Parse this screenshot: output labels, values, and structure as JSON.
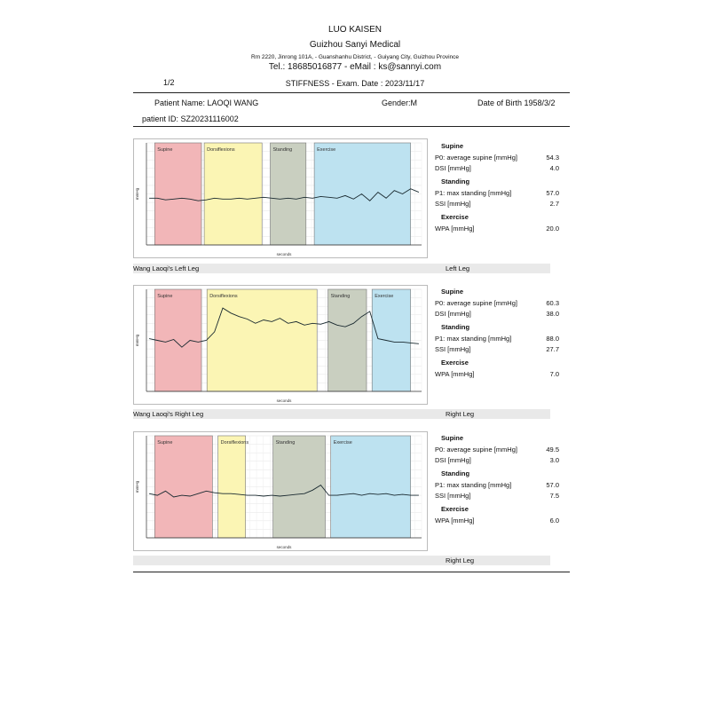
{
  "header": {
    "doctor": "LUO KAISEN",
    "company": "Guizhou Sanyi Medical",
    "address": "Rm 2220, Jinrong 101A, -  Guanshanhu District, -  Guiyang City, Guizhou Province",
    "contact": "Tel.:  18685016877 - eMail : ks@sannyi.com",
    "page": "1/2",
    "exam": "STIFFNESS -  Exam. Date :   2023/11/17"
  },
  "patient": {
    "name": "Patient Name: LAOQI WANG",
    "gender": "Gender:M",
    "dob": "Date of Birth 1958/3/2",
    "id": "patient ID:  SZ20231116002"
  },
  "labels": {
    "supine": "Supine",
    "standing": "Standing",
    "exercise": "Exercise"
  },
  "panels": [
    {
      "p0_label": "P0: average supine [mmHg]",
      "p0": "54.3",
      "dsi_label": "DSI [mmHg]",
      "dsi": "4.0",
      "p1_label": "P1: max standing [mmHg]",
      "p1": "57.0",
      "ssi_label": "SSI [mmHg]",
      "ssi": "2.7",
      "wpa_label": "WPA [mmHg]",
      "wpa": "20.0"
    },
    {
      "p0_label": "P0: average supine [mmHg]",
      "p0": "60.3",
      "dsi_label": "DSI [mmHg]",
      "dsi": "38.0",
      "p1_label": "P1: max standing [mmHg]",
      "p1": "88.0",
      "ssi_label": "SSI [mmHg]",
      "ssi": "27.7",
      "wpa_label": "WPA [mmHg]",
      "wpa": "7.0"
    },
    {
      "p0_label": "P0: average supine [mmHg]",
      "p0": "49.5",
      "dsi_label": "DSI [mmHg]",
      "dsi": "3.0",
      "p1_label": "P1: max standing [mmHg]",
      "p1": "57.0",
      "ssi_label": "SSI [mmHg]",
      "ssi": "7.5",
      "wpa_label": "WPA [mmHg]",
      "wpa": "6.0"
    }
  ],
  "legs": [
    {
      "left": "Wang Laoqi's Left Leg",
      "right": "Left Leg"
    },
    {
      "left": "Wang Laoqi's Right Leg",
      "right": "Right Leg"
    },
    {
      "left": "",
      "right": "Right Leg"
    }
  ],
  "chart_data": [
    {
      "type": "line",
      "xlabel": "seconds",
      "ylabel": "mmHg",
      "ylim": [
        0,
        120
      ],
      "grid": true,
      "phases": [
        {
          "name": "Supine",
          "color": "#f2b6b8"
        },
        {
          "name": "Dorsiflexions",
          "color": "#fbf5b4"
        },
        {
          "name": "Standing",
          "color": "#c9cfc0"
        },
        {
          "name": "Exercise",
          "color": "#bde2f0"
        }
      ],
      "series": [
        {
          "values": [
            55,
            55,
            53,
            54,
            55,
            54,
            52,
            53,
            55,
            54,
            54,
            55,
            54,
            55,
            56,
            55,
            54,
            55,
            54,
            56,
            55,
            57,
            56,
            55,
            58,
            54,
            60,
            52,
            62,
            55,
            64,
            60,
            66,
            62
          ]
        }
      ]
    },
    {
      "type": "line",
      "xlabel": "seconds",
      "ylabel": "mmHg",
      "ylim": [
        0,
        120
      ],
      "grid": true,
      "phases": [
        {
          "name": "Supine",
          "color": "#f2b6b8"
        },
        {
          "name": "Dorsiflexions",
          "color": "#fbf5b4"
        },
        {
          "name": "Standing",
          "color": "#c9cfc0"
        },
        {
          "name": "Exercise",
          "color": "#bde2f0"
        }
      ],
      "series": [
        {
          "values": [
            62,
            60,
            58,
            61,
            52,
            60,
            58,
            60,
            70,
            98,
            92,
            88,
            85,
            80,
            84,
            82,
            86,
            80,
            82,
            78,
            80,
            79,
            82,
            78,
            76,
            80,
            88,
            94,
            62,
            60,
            58,
            58,
            57,
            56
          ]
        }
      ]
    },
    {
      "type": "line",
      "xlabel": "seconds",
      "ylabel": "mmHg",
      "ylim": [
        0,
        120
      ],
      "grid": true,
      "phases": [
        {
          "name": "Supine",
          "color": "#f2b6b8"
        },
        {
          "name": "Dorsiflexions",
          "color": "#fbf5b4"
        },
        {
          "name": "Standing",
          "color": "#c9cfc0"
        },
        {
          "name": "Exercise",
          "color": "#bde2f0"
        }
      ],
      "series": [
        {
          "values": [
            52,
            50,
            55,
            48,
            50,
            49,
            52,
            55,
            53,
            52,
            52,
            51,
            50,
            50,
            49,
            50,
            49,
            50,
            51,
            52,
            56,
            62,
            50,
            50,
            51,
            52,
            50,
            52,
            51,
            52,
            50,
            51,
            50,
            50
          ]
        }
      ]
    }
  ]
}
